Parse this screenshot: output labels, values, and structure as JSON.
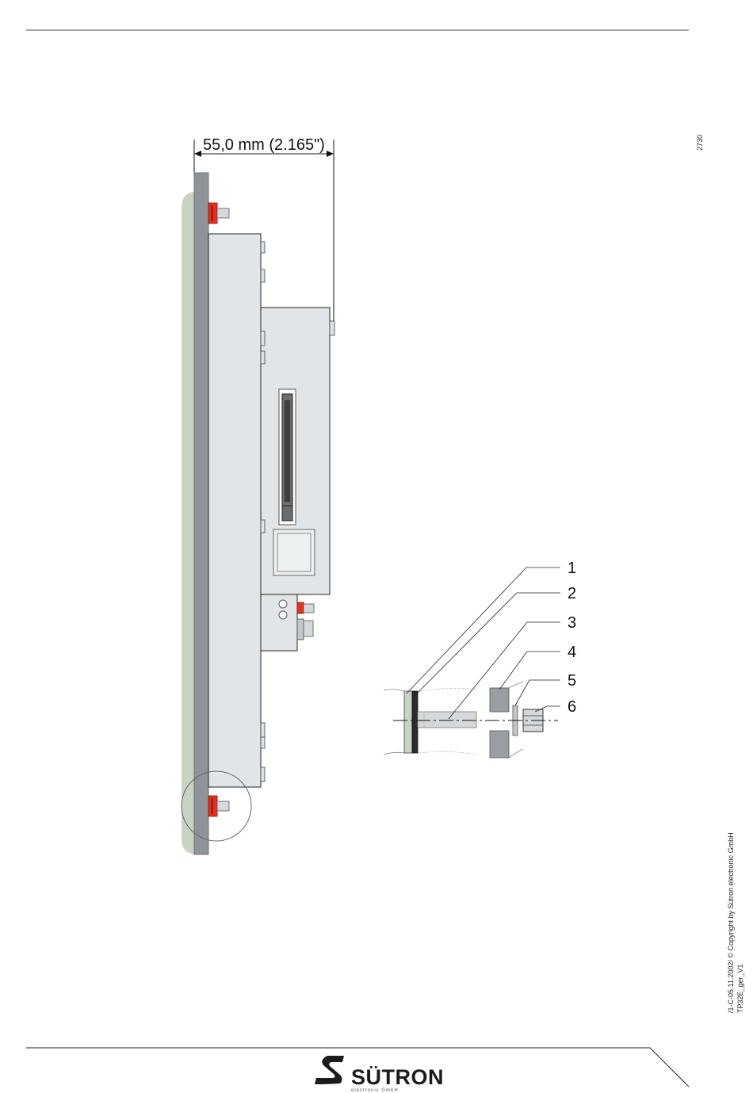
{
  "dimension": {
    "label": "55,0 mm (2.165\")"
  },
  "callouts": [
    "1",
    "2",
    "3",
    "4",
    "5",
    "6"
  ],
  "page_number": "2730",
  "copyright": {
    "line1": "/1-C-05.11.2002/ © Copyright by Sütron electronic GmbH",
    "line2": "TP32E_ger_V1"
  },
  "brand": {
    "name": "SÜTRON",
    "subtitle": "electronic GmbH"
  },
  "colors": {
    "line": "#8c8c8c",
    "panel_front": "#c9d3c3",
    "panel_edge": "#8f9499",
    "housing": "#e2e5e7",
    "housing_light": "#edf0f1",
    "clamp_red": "#e8301e",
    "bolt": "#d6d9db"
  }
}
